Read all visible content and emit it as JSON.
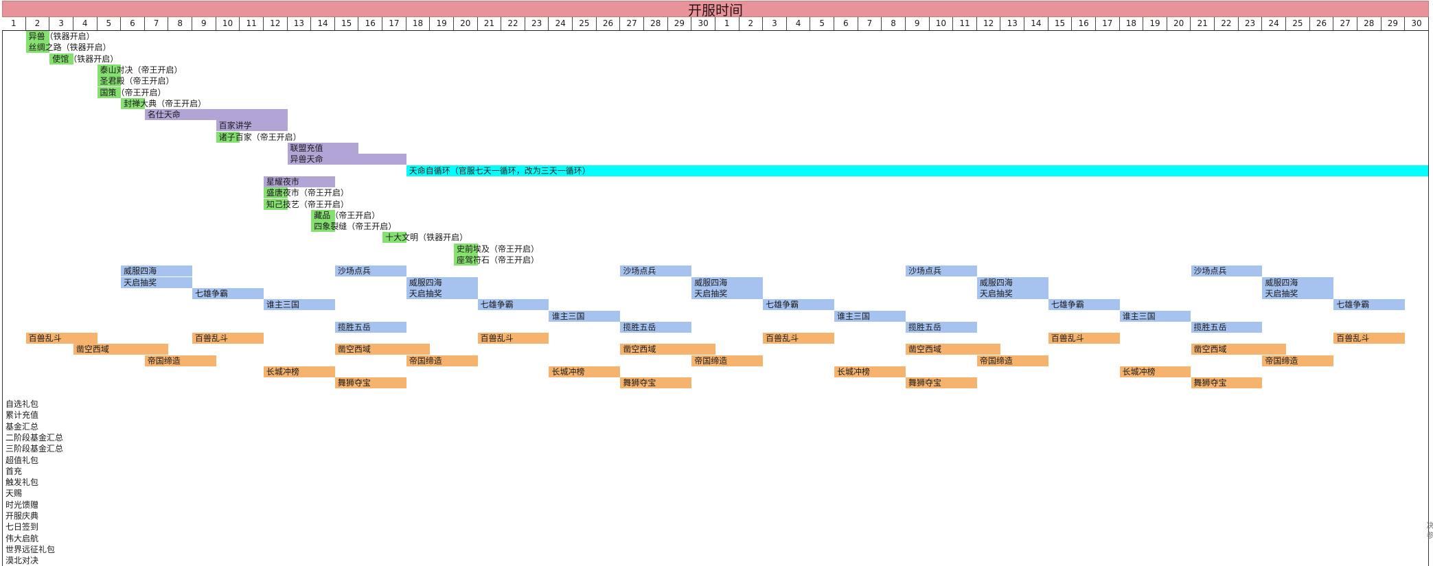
{
  "header": {
    "title": "开服时间"
  },
  "days": [
    1,
    2,
    3,
    4,
    5,
    6,
    7,
    8,
    9,
    10,
    11,
    12,
    13,
    14,
    15,
    16,
    17,
    18,
    19,
    20,
    21,
    22,
    23,
    24,
    25,
    26,
    27,
    28,
    29,
    30,
    1,
    2,
    3,
    4,
    5,
    6,
    7,
    8,
    9,
    10,
    11,
    12,
    13,
    14,
    15,
    16,
    17,
    18,
    19,
    20,
    21,
    22,
    23,
    24,
    25,
    26,
    27,
    28,
    29,
    30
  ],
  "colors": {
    "green": "#86e070",
    "purple": "#b3a4d6",
    "cyan": "#00ffff",
    "blue": "#a6c3f0",
    "orange": "#f6b36e"
  },
  "events": [
    {
      "name": "异兽（铁器开启）",
      "color": "green",
      "row": 0,
      "start": 1,
      "len": 1
    },
    {
      "name": "丝绸之路（铁器开启）",
      "color": "green",
      "row": 1,
      "start": 1,
      "len": 1
    },
    {
      "name": "使馆（铁器开启）",
      "color": "green",
      "row": 2,
      "start": 2,
      "len": 1
    },
    {
      "name": "泰山对决（帝王开启）",
      "color": "green",
      "row": 3,
      "start": 4,
      "len": 1
    },
    {
      "name": "圣君殿（帝王开启）",
      "color": "green",
      "row": 4,
      "start": 4,
      "len": 1
    },
    {
      "name": "国策（帝王开启）",
      "color": "green",
      "row": 5,
      "start": 4,
      "len": 1
    },
    {
      "name": "封禅大典（帝王开启）",
      "color": "green",
      "row": 6,
      "start": 5,
      "len": 1
    },
    {
      "name": "名仕天命",
      "color": "purple",
      "row": 7,
      "start": 6,
      "len": 6
    },
    {
      "name": "百家讲学",
      "color": "purple",
      "row": 8,
      "start": 9,
      "len": 3
    },
    {
      "name": "诸子百家（帝王开启）",
      "color": "green",
      "row": 9,
      "start": 9,
      "len": 1
    },
    {
      "name": "联盟充值",
      "color": "purple",
      "row": 10,
      "start": 12,
      "len": 3
    },
    {
      "name": "异兽天命",
      "color": "purple",
      "row": 11,
      "start": 12,
      "len": 5
    },
    {
      "name": "天命自循环（官服七天一循环，改为三天一循环）",
      "color": "cyan",
      "row": 12,
      "start": 17,
      "len": 43.4
    },
    {
      "name": "星耀夜市",
      "color": "purple",
      "row": 13,
      "start": 11,
      "len": 3
    },
    {
      "name": "盛唐夜市（帝王开启）",
      "color": "green",
      "row": 14,
      "start": 11,
      "len": 1
    },
    {
      "name": "知己技艺（帝王开启）",
      "color": "green",
      "row": 15,
      "start": 11,
      "len": 1
    },
    {
      "name": "藏品（帝王开启）",
      "color": "green",
      "row": 16,
      "start": 13,
      "len": 1
    },
    {
      "name": "四象裂缝（帝王开启）",
      "color": "green",
      "row": 17,
      "start": 13,
      "len": 1
    },
    {
      "name": "十大文明（铁器开启）",
      "color": "green",
      "row": 18,
      "start": 16,
      "len": 1
    },
    {
      "name": "史前埃及（帝王开启）",
      "color": "green",
      "row": 19,
      "start": 19,
      "len": 1
    },
    {
      "name": "座驾符石（帝王开启）",
      "color": "green",
      "row": 20,
      "start": 19,
      "len": 1
    },
    {
      "name": "威服四海",
      "color": "blue",
      "row": 21,
      "start": 5,
      "len": 3
    },
    {
      "name": "天启抽奖",
      "color": "blue",
      "row": 22,
      "start": 5,
      "len": 3
    },
    {
      "name": "七雄争霸",
      "color": "blue",
      "row": 23,
      "start": 8,
      "len": 3
    },
    {
      "name": "谁主三国",
      "color": "blue",
      "row": 24,
      "start": 11,
      "len": 3
    },
    {
      "name": "沙场点兵",
      "color": "blue",
      "row": 21,
      "start": 14,
      "len": 3
    },
    {
      "name": "揽胜五岳",
      "color": "blue",
      "row": 26,
      "start": 14,
      "len": 3
    },
    {
      "name": "威服四海",
      "color": "blue",
      "row": 22,
      "start": 17,
      "len": 3
    },
    {
      "name": "天启抽奖",
      "color": "blue",
      "row": 23,
      "start": 17,
      "len": 3
    },
    {
      "name": "七雄争霸",
      "color": "blue",
      "row": 24,
      "start": 20,
      "len": 3
    },
    {
      "name": "谁主三国",
      "color": "blue",
      "row": 25,
      "start": 23,
      "len": 3
    },
    {
      "name": "沙场点兵",
      "color": "blue",
      "row": 21,
      "start": 26,
      "len": 3
    },
    {
      "name": "揽胜五岳",
      "color": "blue",
      "row": 26,
      "start": 26,
      "len": 3
    },
    {
      "name": "威服四海",
      "color": "blue",
      "row": 22,
      "start": 29,
      "len": 3
    },
    {
      "name": "天启抽奖",
      "color": "blue",
      "row": 23,
      "start": 29,
      "len": 3
    },
    {
      "name": "七雄争霸",
      "color": "blue",
      "row": 24,
      "start": 32,
      "len": 3
    },
    {
      "name": "谁主三国",
      "color": "blue",
      "row": 25,
      "start": 35,
      "len": 3
    },
    {
      "name": "沙场点兵",
      "color": "blue",
      "row": 21,
      "start": 38,
      "len": 3
    },
    {
      "name": "揽胜五岳",
      "color": "blue",
      "row": 26,
      "start": 38,
      "len": 3
    },
    {
      "name": "威服四海",
      "color": "blue",
      "row": 22,
      "start": 41,
      "len": 3
    },
    {
      "name": "天启抽奖",
      "color": "blue",
      "row": 23,
      "start": 41,
      "len": 3
    },
    {
      "name": "七雄争霸",
      "color": "blue",
      "row": 24,
      "start": 44,
      "len": 3
    },
    {
      "name": "谁主三国",
      "color": "blue",
      "row": 25,
      "start": 47,
      "len": 3
    },
    {
      "name": "沙场点兵",
      "color": "blue",
      "row": 21,
      "start": 50,
      "len": 3
    },
    {
      "name": "揽胜五岳",
      "color": "blue",
      "row": 26,
      "start": 50,
      "len": 3
    },
    {
      "name": "威服四海",
      "color": "blue",
      "row": 22,
      "start": 53,
      "len": 3
    },
    {
      "name": "天启抽奖",
      "color": "blue",
      "row": 23,
      "start": 53,
      "len": 3
    },
    {
      "name": "七雄争霸",
      "color": "blue",
      "row": 24,
      "start": 56,
      "len": 3
    },
    {
      "name": "百兽乱斗",
      "color": "orange",
      "row": 27,
      "start": 1,
      "len": 3
    },
    {
      "name": "凿空西域",
      "color": "orange",
      "row": 28,
      "start": 3,
      "len": 4
    },
    {
      "name": "帝国缔造",
      "color": "orange",
      "row": 29,
      "start": 6,
      "len": 3
    },
    {
      "name": "百兽乱斗",
      "color": "orange",
      "row": 27,
      "start": 8,
      "len": 3
    },
    {
      "name": "长城冲榜",
      "color": "orange",
      "row": 30,
      "start": 11,
      "len": 3
    },
    {
      "name": "凿空西域",
      "color": "orange",
      "row": 28,
      "start": 14,
      "len": 4
    },
    {
      "name": "舞狮夺宝",
      "color": "orange",
      "row": 31,
      "start": 14,
      "len": 3
    },
    {
      "name": "帝国缔造",
      "color": "orange",
      "row": 29,
      "start": 17,
      "len": 3
    },
    {
      "name": "百兽乱斗",
      "color": "orange",
      "row": 27,
      "start": 20,
      "len": 3
    },
    {
      "name": "长城冲榜",
      "color": "orange",
      "row": 30,
      "start": 23,
      "len": 3
    },
    {
      "name": "凿空西域",
      "color": "orange",
      "row": 28,
      "start": 26,
      "len": 4
    },
    {
      "name": "舞狮夺宝",
      "color": "orange",
      "row": 31,
      "start": 26,
      "len": 3
    },
    {
      "name": "帝国缔造",
      "color": "orange",
      "row": 29,
      "start": 29,
      "len": 3
    },
    {
      "name": "百兽乱斗",
      "color": "orange",
      "row": 27,
      "start": 32,
      "len": 3
    },
    {
      "name": "长城冲榜",
      "color": "orange",
      "row": 30,
      "start": 35,
      "len": 3
    },
    {
      "name": "凿空西域",
      "color": "orange",
      "row": 28,
      "start": 38,
      "len": 4
    },
    {
      "name": "舞狮夺宝",
      "color": "orange",
      "row": 31,
      "start": 38,
      "len": 3
    },
    {
      "name": "帝国缔造",
      "color": "orange",
      "row": 29,
      "start": 41,
      "len": 3
    },
    {
      "name": "百兽乱斗",
      "color": "orange",
      "row": 27,
      "start": 44,
      "len": 3
    },
    {
      "name": "长城冲榜",
      "color": "orange",
      "row": 30,
      "start": 47,
      "len": 3
    },
    {
      "name": "凿空西域",
      "color": "orange",
      "row": 28,
      "start": 50,
      "len": 4
    },
    {
      "name": "舞狮夺宝",
      "color": "orange",
      "row": 31,
      "start": 50,
      "len": 3
    },
    {
      "name": "帝国缔造",
      "color": "orange",
      "row": 29,
      "start": 53,
      "len": 3
    },
    {
      "name": "百兽乱斗",
      "color": "orange",
      "row": 27,
      "start": 56,
      "len": 3
    }
  ],
  "side_list": [
    "自选礼包",
    "累计充值",
    "基金汇总",
    "二阶段基金汇总",
    "三阶段基金汇总",
    "超值礼包",
    "首充",
    "触发礼包",
    "天赐",
    "时光馈赠",
    "开服庆典",
    "七日签到",
    "伟大启航",
    "世界远征礼包",
    "漠北对决"
  ],
  "edge_text": "决 参"
}
